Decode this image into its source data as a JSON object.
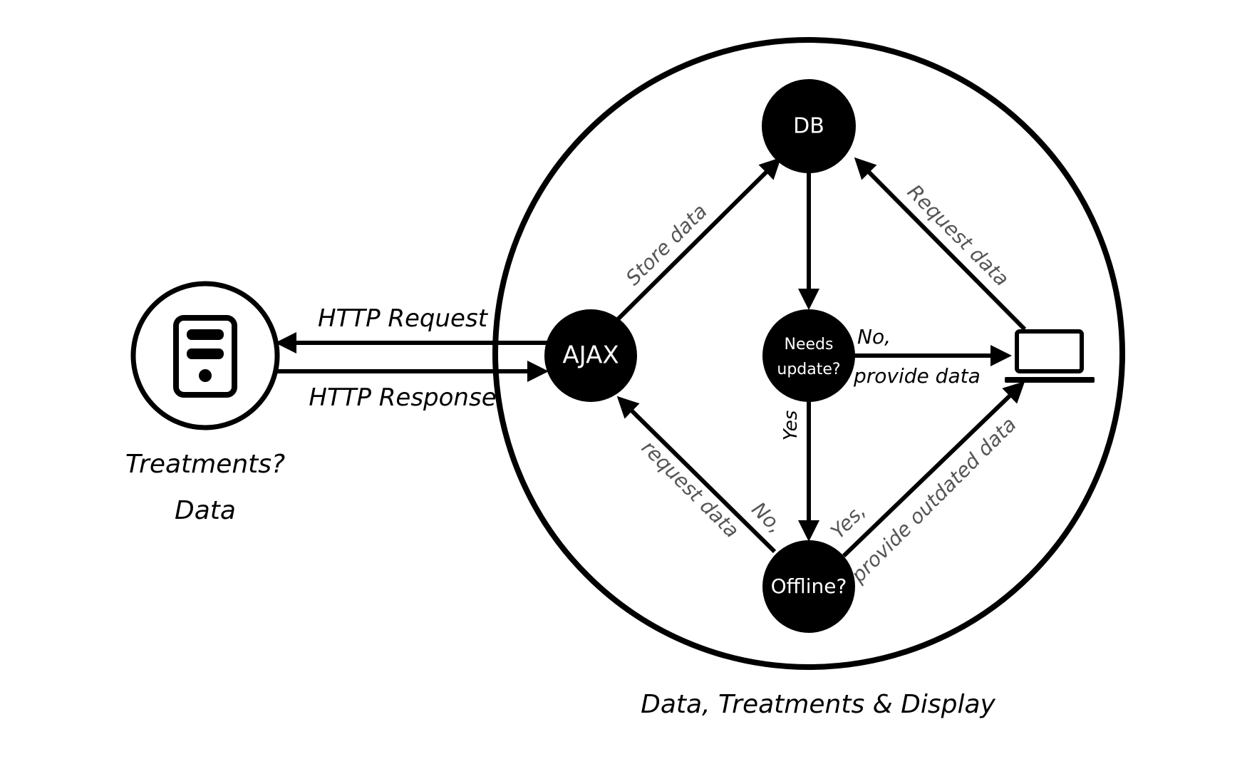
{
  "colors": {
    "ink": "#000000",
    "node_fill": "#000000",
    "node_text": "#ffffff",
    "muted_label": "#555555",
    "background": "#ffffff"
  },
  "nodes": {
    "db": "DB",
    "ajax": "AJAX",
    "needs_update": [
      "Needs",
      "update?"
    ],
    "offline": "Offline?"
  },
  "icons": {
    "server": "server-icon",
    "laptop": "laptop-icon"
  },
  "edges": {
    "http_request": "HTTP Request",
    "http_response": "HTTP Response",
    "store_data": "Store data",
    "request_data_client": "Request data",
    "no_provide": [
      "No,",
      "provide data"
    ],
    "yes": "Yes",
    "no_request": [
      "No,",
      "request data"
    ],
    "yes_outdated": [
      "Yes,",
      "provide outdated data"
    ]
  },
  "captions": {
    "server": [
      "Treatments?",
      "Data"
    ],
    "system": "Data, Treatments & Display"
  }
}
